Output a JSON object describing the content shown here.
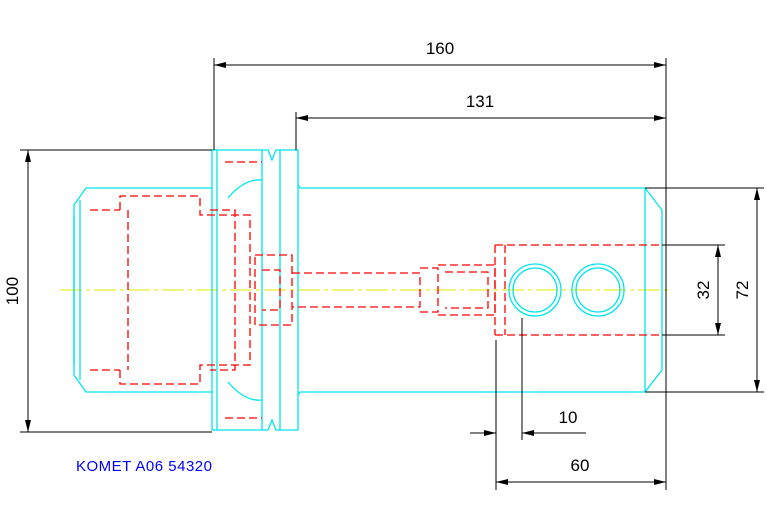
{
  "drawing": {
    "part_label": "KOMET A06 54320",
    "dimensions": {
      "overall_length": "160",
      "shank_length": "131",
      "flange_diameter": "100",
      "shank_diameter": "72",
      "bore_diameter": "32",
      "offset": "10",
      "bore_depth": "60"
    }
  },
  "colors": {
    "outline": "#00e5ee",
    "hidden": "#ff0000",
    "centerline": "#ffff00",
    "dimension": "#000000",
    "label": "#0000ff"
  }
}
